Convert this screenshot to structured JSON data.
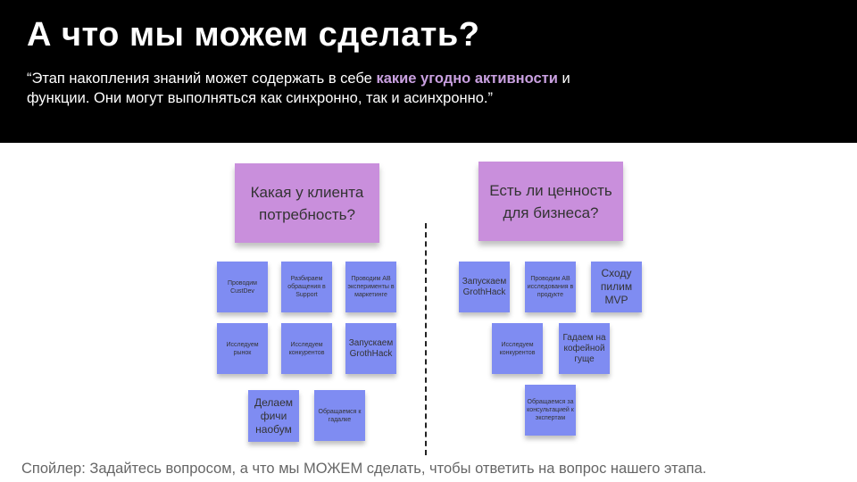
{
  "header": {
    "title": "А что мы можем сделать?",
    "quote_pre": "“Этап накопления знаний может содержать в себе ",
    "quote_hl": "какие угодно активности",
    "quote_post": " и функции. Они могут выполняться как синхронно, так и асинхронно.”"
  },
  "left": {
    "heading": "Какая у клиента потребность?",
    "notes": [
      "Проводим CustDev",
      "Разбираем обращения в Support",
      "Проводим AB эксперименты в маркетинге",
      "Исследуем рынок",
      "Исследуем конкурентов",
      "Запускаем GrothHack",
      "Делаем фичи наобум",
      "Обращаемся к гадалке"
    ]
  },
  "right": {
    "heading": "Есть ли ценность для бизнеса?",
    "notes": [
      "Запускаем GrothHack",
      "Проводим AB исследования в продукте",
      "Сходу пилим MVP",
      "Исследуем конкурентов",
      "Гадаем на кофейной гуще",
      "Обращаемся за консультацией к экспертам"
    ]
  },
  "footer": "Спойлер: Задайтесь вопросом, а что мы МОЖЕМ сделать, чтобы ответить на вопрос нашего этапа."
}
